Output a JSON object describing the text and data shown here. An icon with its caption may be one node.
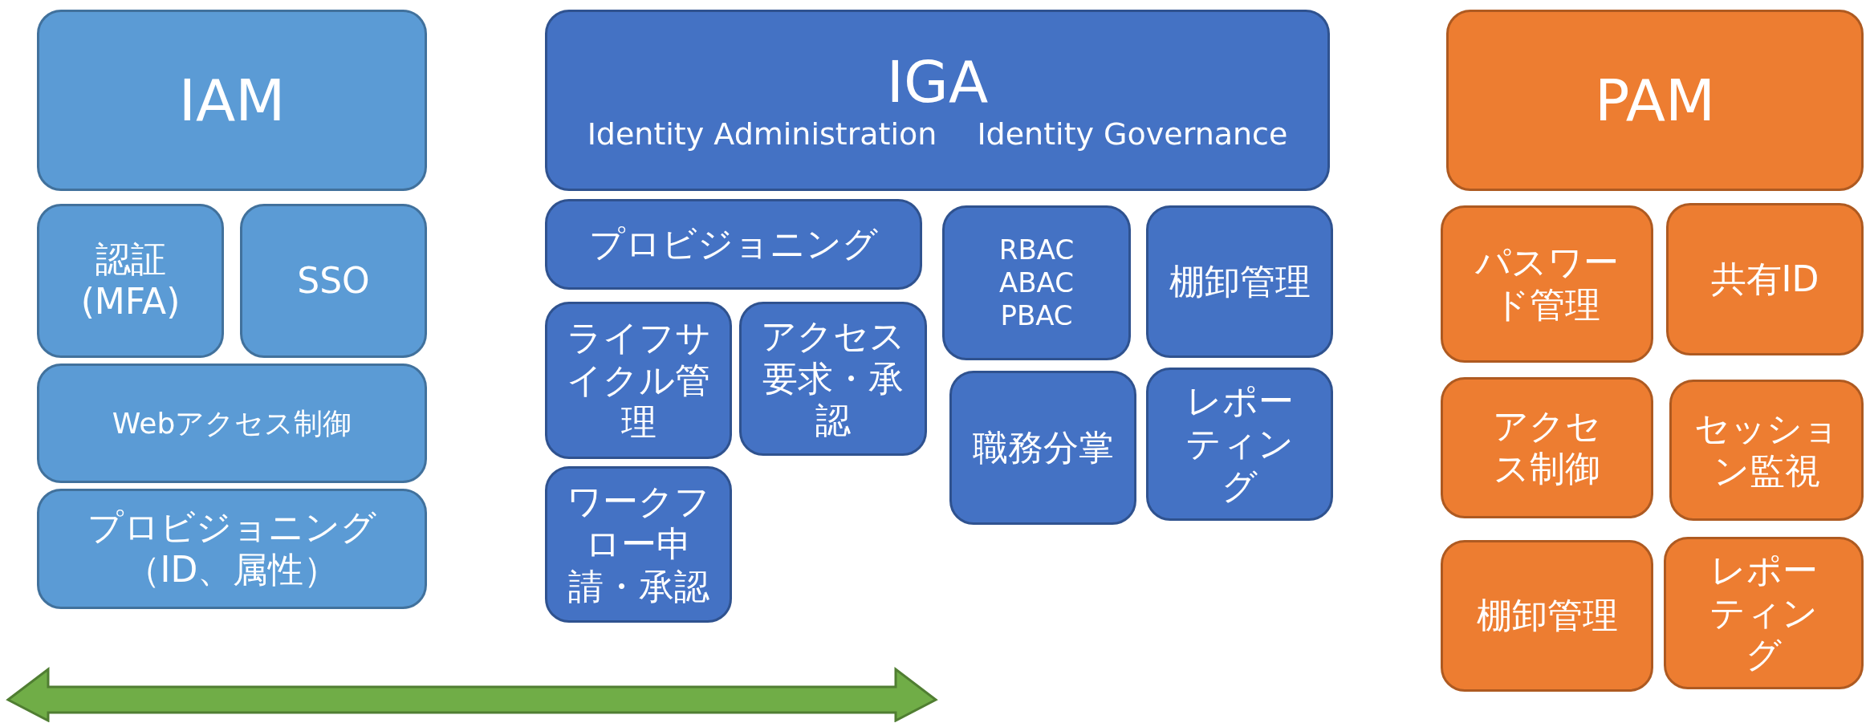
{
  "diagram": {
    "nodes": [
      {
        "text": [
          "IAM"
        ]
      },
      {
        "text": [
          "認証 (MFA)"
        ]
      },
      {
        "text": [
          "SSO"
        ]
      },
      {
        "text": [
          "Webアクセス制御"
        ]
      },
      {
        "text": [
          "プロビジョニング（ID、属性）"
        ]
      },
      {
        "text": [
          "IGA",
          "Identity Administration",
          "Identity Governance"
        ]
      },
      {
        "text": [
          "プロビジョニング"
        ]
      },
      {
        "text": [
          "ライフサイクル管理"
        ]
      },
      {
        "text": [
          "アクセス要求・承認"
        ]
      },
      {
        "text": [
          "ワークフロー申請・承認"
        ]
      },
      {
        "text": [
          "RBAC",
          "ABAC",
          "PBAC"
        ]
      },
      {
        "text": [
          "棚卸管理"
        ]
      },
      {
        "text": [
          "職務分掌"
        ]
      },
      {
        "text": [
          "レポーティング"
        ]
      },
      {
        "text": [
          "PAM"
        ]
      },
      {
        "text": [
          "パスワード管理"
        ]
      },
      {
        "text": [
          "共有ID"
        ]
      },
      {
        "text": [
          "アクセス制御"
        ]
      },
      {
        "text": [
          "セッション監視"
        ]
      },
      {
        "text": [
          "棚卸管理"
        ]
      },
      {
        "text": [
          "レポーティング"
        ]
      }
    ]
  }
}
